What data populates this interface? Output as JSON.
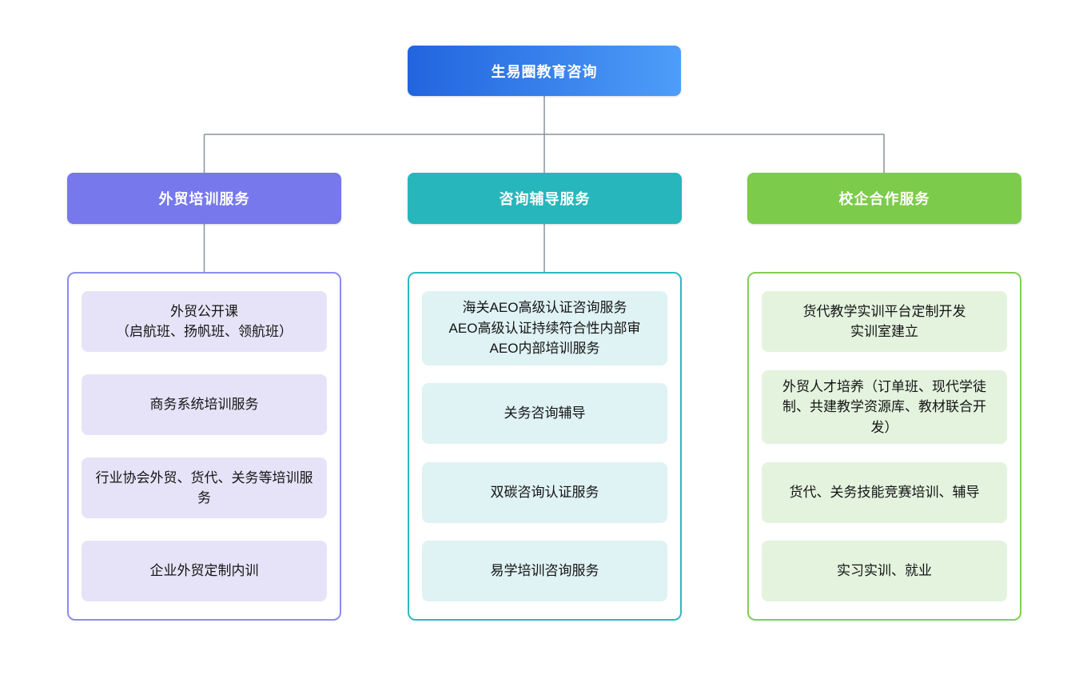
{
  "page": {
    "background": "#ffffff"
  },
  "connector_color": "#8A939B",
  "root": {
    "label": "生易圈教育咨询",
    "gradient_from": "#2264DE",
    "gradient_to": "#4D9DF9",
    "text_color": "#ffffff"
  },
  "branches": [
    {
      "label": "外贸培训服务",
      "header_color": "#7678EC",
      "container_border_color": "#8B8CEF",
      "item_bg": "#E6E3F8",
      "items": [
        "外贸公开课\n（启航班、扬帆班、领航班）",
        "商务系统培训服务",
        "行业协会外贸、货代、关务等培训服务",
        "企业外贸定制内训"
      ]
    },
    {
      "label": "咨询辅导服务",
      "header_color": "#27B6BC",
      "container_border_color": "#2FB9BF",
      "item_bg": "#DFF2F4",
      "items": [
        "海关AEO高级认证咨询服务\nAEO高级认证持续符合性内部审\nAEO内部培训服务",
        "关务咨询辅导",
        "双碳咨询认证服务",
        "易学培训咨询服务"
      ]
    },
    {
      "label": "校企合作服务",
      "header_color": "#7CCB4A",
      "container_border_color": "#82CD53",
      "item_bg": "#E3F3DE",
      "items": [
        "货代教学实训平台定制开发\n实训室建立",
        "外贸人才培养（订单班、现代学徒制、共建教学资源库、教材联合开发）",
        "货代、关务技能竞赛培训、辅导",
        "实习实训、就业"
      ]
    }
  ]
}
